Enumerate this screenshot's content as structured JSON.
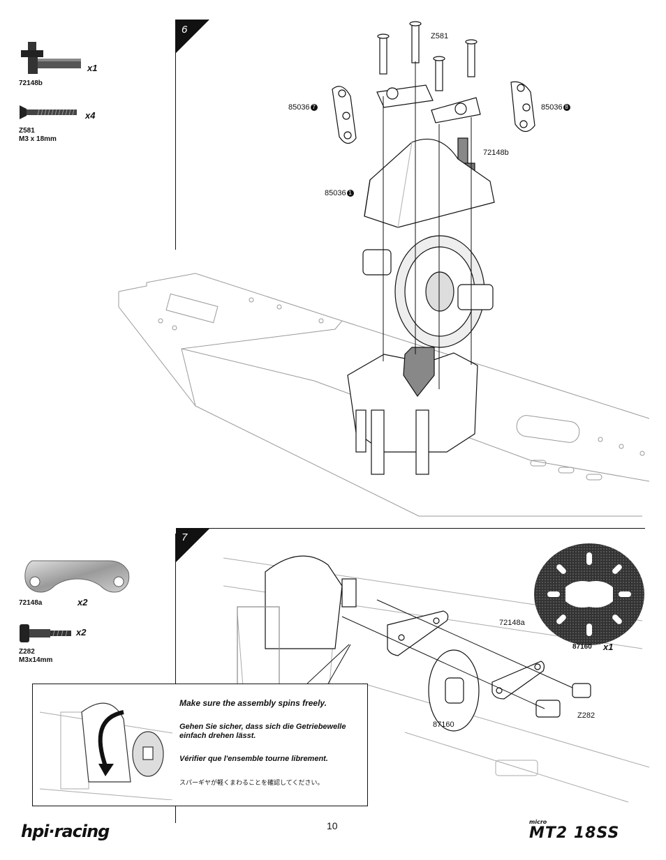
{
  "parts_sidebar": {
    "step6_parts": [
      {
        "code": "72148b",
        "qty": "x1"
      },
      {
        "code": "Z581",
        "spec": "M3 x 18mm",
        "qty": "x4"
      }
    ],
    "step7_parts": [
      {
        "code": "72148a",
        "qty": "x2"
      },
      {
        "code": "Z282",
        "spec": "M3x14mm",
        "qty": "x2"
      }
    ]
  },
  "step6": {
    "number": "6",
    "labels": {
      "z581": "Z581",
      "p85036_left": "85036",
      "p85036_left_num": "7",
      "p85036_right": "85036",
      "p85036_right_num": "8",
      "p72148b": "72148b",
      "p85036_case": "85036",
      "p85036_case_num": "1"
    }
  },
  "step7": {
    "number": "7",
    "labels": {
      "p72148a": "72148a",
      "p87160_callout": "87160",
      "p87160_qty": "x1",
      "p87160_disc": "87160",
      "z282": "Z282"
    },
    "note": {
      "en": "Make sure the assembly spins freely.",
      "de": "Gehen Sie sicher, dass sich die Getriebewelle einfach drehen lässt.",
      "fr": "Vérifier que l'ensemble tourne librement.",
      "jp": "スパーギヤが軽くまわることを確認してください。"
    }
  },
  "footer": {
    "page_number": "10",
    "brand_left": "hpi·racing",
    "brand_right_small": "micro",
    "brand_right": "MT2 18SS"
  }
}
